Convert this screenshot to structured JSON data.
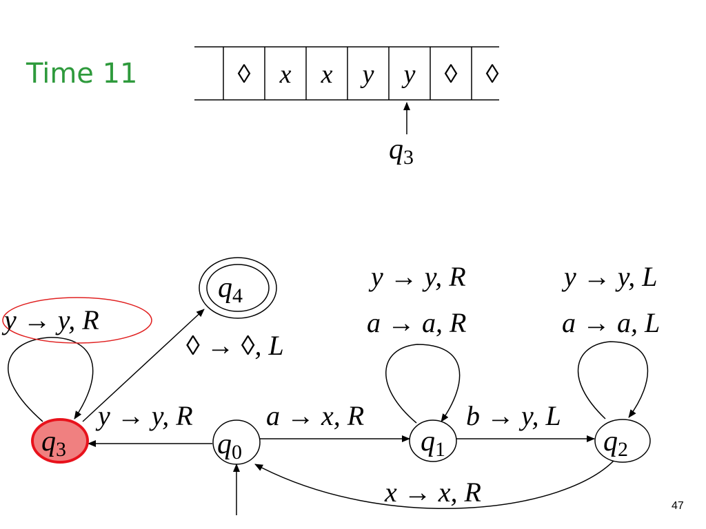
{
  "slide": {
    "time_label": "Time 11",
    "page_number": "47"
  },
  "tape": {
    "cells": [
      "◊",
      "x",
      "x",
      "y",
      "y",
      "◊",
      "◊"
    ],
    "head_state": "q",
    "head_state_index": "3"
  },
  "states": [
    {
      "id": "q0",
      "name": "q",
      "index": "0",
      "initial": true,
      "final": false,
      "current": false
    },
    {
      "id": "q1",
      "name": "q",
      "index": "1",
      "initial": false,
      "final": false,
      "current": false
    },
    {
      "id": "q2",
      "name": "q",
      "index": "2",
      "initial": false,
      "final": false,
      "current": false
    },
    {
      "id": "q3",
      "name": "q",
      "index": "3",
      "initial": false,
      "final": false,
      "current": true
    },
    {
      "id": "q4",
      "name": "q",
      "index": "4",
      "initial": false,
      "final": true,
      "current": false
    }
  ],
  "transitions": {
    "q3_loop": [
      "y → y, R"
    ],
    "q3_to_q4": [
      "◊ → ◊, L"
    ],
    "q0_to_q3": [
      "y → y, R"
    ],
    "q0_to_q1": [
      "a → x, R"
    ],
    "q1_loop": [
      "y → y, R",
      "a → a, R"
    ],
    "q1_to_q2": [
      "b → y, L"
    ],
    "q2_loop": [
      "y → y, L",
      "a → a, L"
    ],
    "q2_to_q0": [
      "x → x, R"
    ]
  },
  "colors": {
    "time_label": "#2e9a3c",
    "current_state_fill": "#f08080",
    "current_state_stroke": "#e8121c",
    "highlight_ellipse": "#e02020"
  }
}
